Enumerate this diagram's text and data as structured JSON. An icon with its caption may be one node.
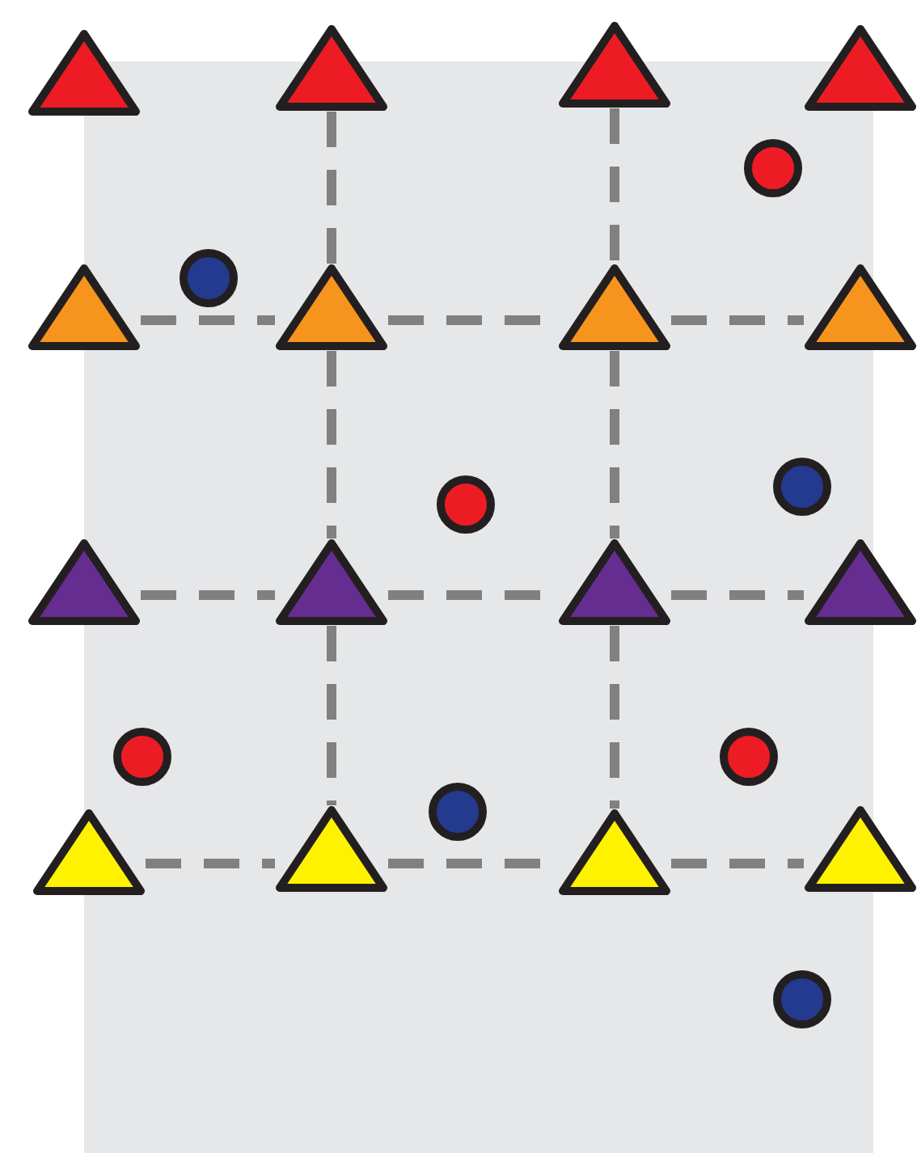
{
  "diagram": {
    "nodes": [
      {
        "text": [],
        "shape": "triangle"
      },
      {
        "text": [],
        "shape": "triangle"
      },
      {
        "text": [],
        "shape": "triangle"
      },
      {
        "text": [],
        "shape": "triangle"
      },
      {
        "text": [],
        "shape": "circle"
      },
      {
        "text": [],
        "shape": "circle"
      },
      {
        "text": [],
        "shape": "triangle"
      },
      {
        "text": [],
        "shape": "triangle"
      },
      {
        "text": [],
        "shape": "triangle"
      },
      {
        "text": [],
        "shape": "triangle"
      },
      {
        "text": [],
        "shape": "circle"
      },
      {
        "text": [],
        "shape": "circle"
      },
      {
        "text": [],
        "shape": "triangle"
      },
      {
        "text": [],
        "shape": "triangle"
      },
      {
        "text": [],
        "shape": "triangle"
      },
      {
        "text": [],
        "shape": "triangle"
      },
      {
        "text": [],
        "shape": "circle"
      },
      {
        "text": [],
        "shape": "circle"
      },
      {
        "text": [],
        "shape": "circle"
      },
      {
        "text": [],
        "shape": "triangle"
      },
      {
        "text": [],
        "shape": "triangle"
      },
      {
        "text": [],
        "shape": "triangle"
      },
      {
        "text": [],
        "shape": "triangle"
      },
      {
        "text": [],
        "shape": "circle"
      }
    ],
    "edges": [
      {
        "from": 1,
        "to": 7,
        "arrow": "none",
        "style": "dashed"
      },
      {
        "from": 2,
        "to": 8,
        "arrow": "none",
        "style": "dashed"
      },
      {
        "from": 6,
        "to": 7,
        "arrow": "none",
        "style": "dashed"
      },
      {
        "from": 7,
        "to": 8,
        "arrow": "none",
        "style": "dashed"
      },
      {
        "from": 8,
        "to": 9,
        "arrow": "none",
        "style": "dashed"
      },
      {
        "from": 7,
        "to": 13,
        "arrow": "none",
        "style": "dashed"
      },
      {
        "from": 8,
        "to": 14,
        "arrow": "none",
        "style": "dashed"
      },
      {
        "from": 12,
        "to": 13,
        "arrow": "none",
        "style": "dashed"
      },
      {
        "from": 13,
        "to": 14,
        "arrow": "none",
        "style": "dashed"
      },
      {
        "from": 14,
        "to": 15,
        "arrow": "none",
        "style": "dashed"
      },
      {
        "from": 13,
        "to": 20,
        "arrow": "none",
        "style": "dashed"
      },
      {
        "from": 14,
        "to": 21,
        "arrow": "none",
        "style": "dashed"
      },
      {
        "from": 19,
        "to": 20,
        "arrow": "none",
        "style": "dashed"
      },
      {
        "from": 20,
        "to": 21,
        "arrow": "none",
        "style": "dashed"
      },
      {
        "from": 21,
        "to": 22,
        "arrow": "none",
        "style": "dashed"
      }
    ]
  }
}
